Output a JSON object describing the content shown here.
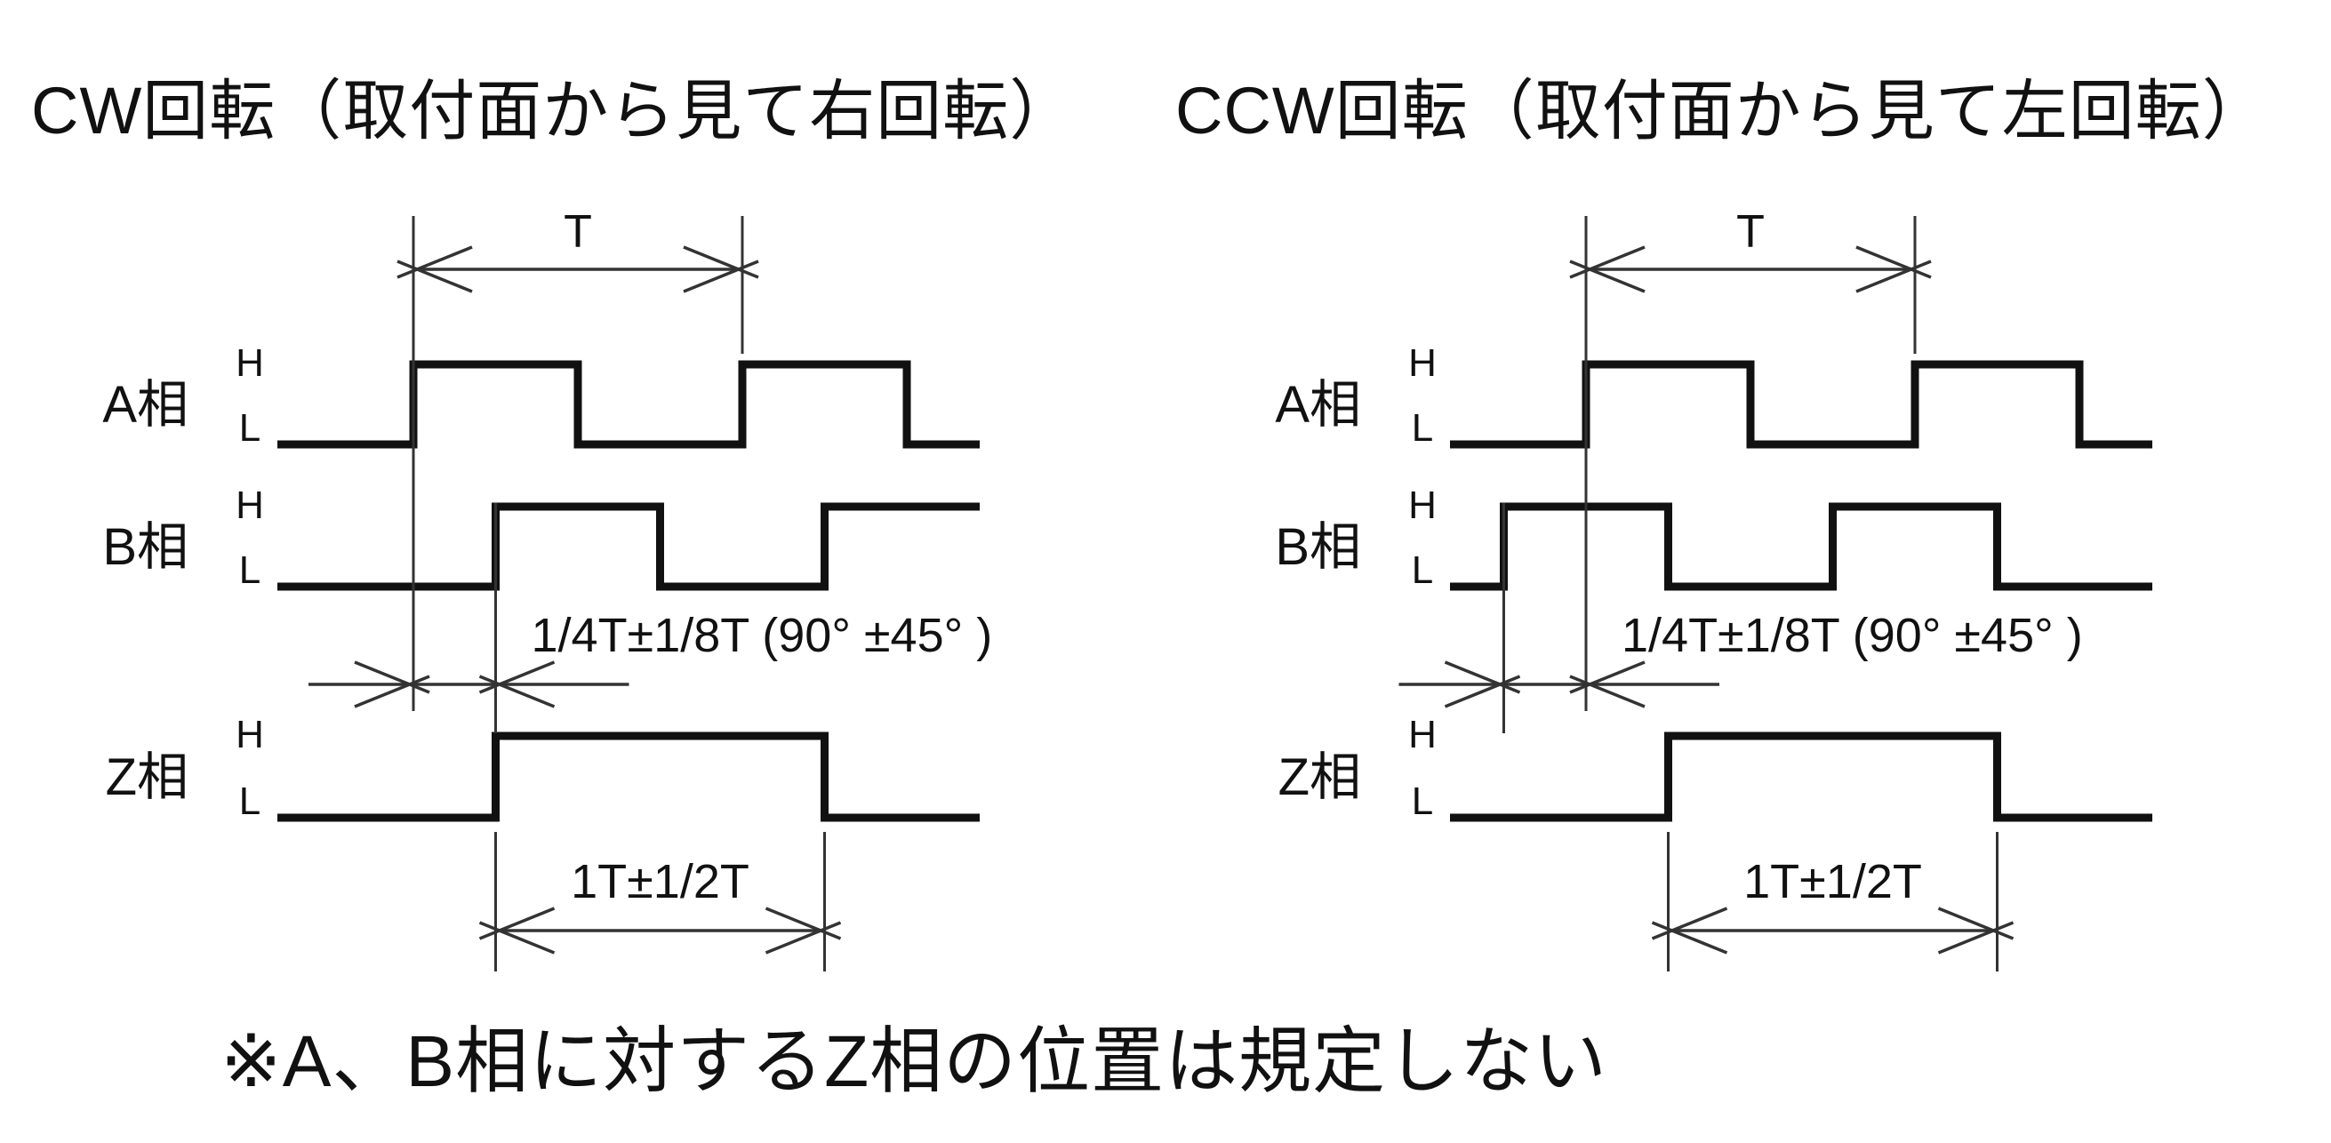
{
  "note": "※A、B相に対するZ相の位置は規定しない",
  "colors": {
    "ink": "#111111",
    "dimension_line": "#333333",
    "background": "#ffffff"
  },
  "panels": [
    {
      "id": "cw",
      "title": "CW回転（取付面から見て右回転）",
      "rotation": "CW",
      "phases": [
        {
          "key": "a",
          "label": "A相",
          "high": "H",
          "low": "L",
          "waveform": "square",
          "phase_offset_T": 0
        },
        {
          "key": "b",
          "label": "B相",
          "high": "H",
          "low": "L",
          "waveform": "square",
          "phase_offset_T": 0.25
        },
        {
          "key": "z",
          "label": "Z相",
          "high": "H",
          "low": "L",
          "waveform": "single-pulse",
          "phase_offset_T": 0.25,
          "pulse_width_T": 1
        }
      ],
      "dimensions": {
        "period_label": "T",
        "ab_offset_label": "1/4T±1/8T (90° ±45° )",
        "z_width_label": "1T±1/2T"
      }
    },
    {
      "id": "ccw",
      "title": "CCW回転（取付面から見て左回転）",
      "rotation": "CCW",
      "phases": [
        {
          "key": "a",
          "label": "A相",
          "high": "H",
          "low": "L",
          "waveform": "square",
          "phase_offset_T": 0
        },
        {
          "key": "b",
          "label": "B相",
          "high": "H",
          "low": "L",
          "waveform": "square",
          "phase_offset_T": -0.25
        },
        {
          "key": "z",
          "label": "Z相",
          "high": "H",
          "low": "L",
          "waveform": "single-pulse",
          "phase_offset_T": 0.25,
          "pulse_width_T": 1
        }
      ],
      "dimensions": {
        "period_label": "T",
        "ab_offset_label": "1/4T±1/8T (90° ±45° )",
        "z_width_label": "1T±1/2T"
      }
    }
  ]
}
